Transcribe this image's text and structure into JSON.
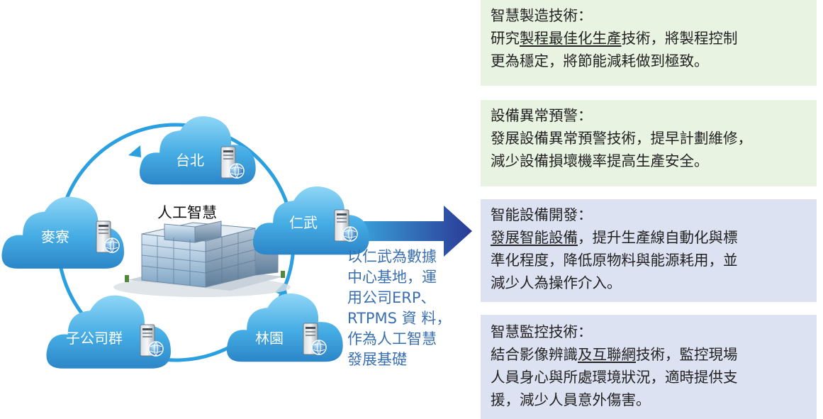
{
  "colors": {
    "cloud": "#4fb3e8",
    "cloud_dark": "#2f8dcc",
    "ring": "#2aa0e0",
    "arrow_start": "#3ab3e6",
    "arrow_end": "#2a3f9a",
    "desc_text": "#3a6fb0",
    "panel_green": "#e9f3e2",
    "panel_blue": "#dde2f2"
  },
  "clouds": [
    {
      "id": "taipei",
      "label": "台北"
    },
    {
      "id": "renwu",
      "label": "仁武"
    },
    {
      "id": "mailiao",
      "label": "麥寮"
    },
    {
      "id": "subsidiaries",
      "label": "子公司群"
    },
    {
      "id": "linyuan",
      "label": "林園"
    }
  ],
  "center": {
    "title": "人工智慧"
  },
  "description": {
    "lines": [
      "以仁武為數據",
      "中心基地，運",
      "用公司ERP、",
      "RTPMS 資 料，",
      "作為人工智慧",
      "發展基礎"
    ]
  },
  "panels": [
    {
      "title": "智慧製造技術：",
      "lines": [
        {
          "pre": "研究",
          "u": "製程最佳化生產",
          "post": "技術，將製程控制"
        },
        {
          "pre": "更為穩定，將節能減耗做到極致。",
          "u": "",
          "post": ""
        }
      ]
    },
    {
      "title": "設備異常預警：",
      "lines": [
        {
          "pre": "發展設備異常預警技術，提早計劃維修，",
          "u": "",
          "post": ""
        },
        {
          "pre": "減少設備損壞機率提高生產安全。",
          "u": "",
          "post": ""
        }
      ]
    },
    {
      "title": "智能設備開發：",
      "lines": [
        {
          "pre": "",
          "u": "發展智能設備",
          "post": "，提升生產線自動化與標"
        },
        {
          "pre": "準化程度，降低原物料與能源耗用，並",
          "u": "",
          "post": ""
        },
        {
          "pre": "減少人為操作介入。",
          "u": "",
          "post": ""
        }
      ]
    },
    {
      "title": "智慧監控技術：",
      "lines": [
        {
          "pre": "結合影像辨識",
          "u": "及互聯網",
          "post": "技術，監控現場"
        },
        {
          "pre": "人員身心與所處環境狀況，適時提供支",
          "u": "",
          "post": ""
        },
        {
          "pre": "援，減少人員意外傷害。",
          "u": "",
          "post": ""
        }
      ]
    }
  ]
}
